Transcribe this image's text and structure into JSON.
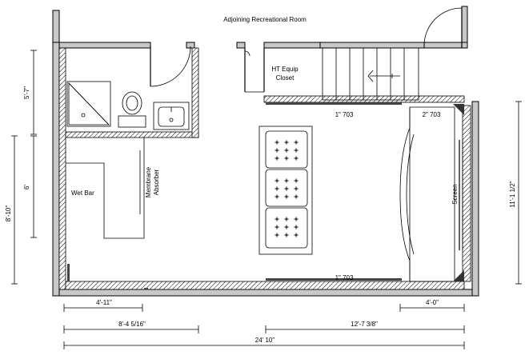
{
  "labels": {
    "adjoining_room": "Adjoining Recreational Room",
    "ht_equip_line1": "HT Equip",
    "ht_equip_line2": "Closet",
    "wet_bar": "Wet Bar",
    "membrane_line1": "Membrane",
    "membrane_line2": "Absorber",
    "screen": "Screen",
    "panel_top": "1\" 703",
    "panel_corner": "2\" 703",
    "panel_bottom": "1\" 703"
  },
  "dimensions": {
    "left_top": "5'-7\"",
    "left_mid": "6'",
    "left_outer": "8'-10\"",
    "right": "11'-1 1/2\"",
    "bottom_wetbar": "4'-11\"",
    "bottom_right_small": "4'-0\"",
    "bottom_left": "8'-4 5/16\"",
    "bottom_right": "12'-7 3/8\"",
    "bottom_total": "24' 10\""
  }
}
